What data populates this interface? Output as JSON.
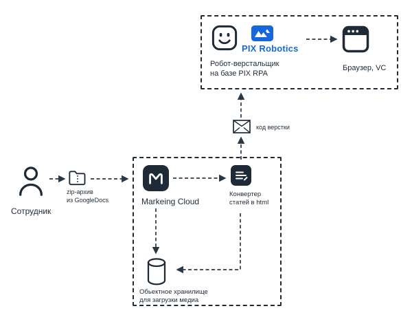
{
  "colors": {
    "ink": "#1e2a36",
    "accent_blue": "#1667dd"
  },
  "nodes": {
    "employee": {
      "label": "Сотрудник"
    },
    "zip": {
      "label": "zip-архив\nиз GoogleDocs"
    },
    "marketing_cloud": {
      "label": "Markeing Cloud"
    },
    "converter": {
      "label": "Конвертер\nстатей в html"
    },
    "storage": {
      "label": "Обьектное хранилище\nдля загрузки медиа"
    },
    "envelope": {
      "label": "код верстки"
    },
    "robot": {
      "label": "Робот-верстальщик\nна базе PIX RPA",
      "logo_text": "PIX Robotics"
    },
    "browser": {
      "label": "Браузер, VC"
    }
  }
}
